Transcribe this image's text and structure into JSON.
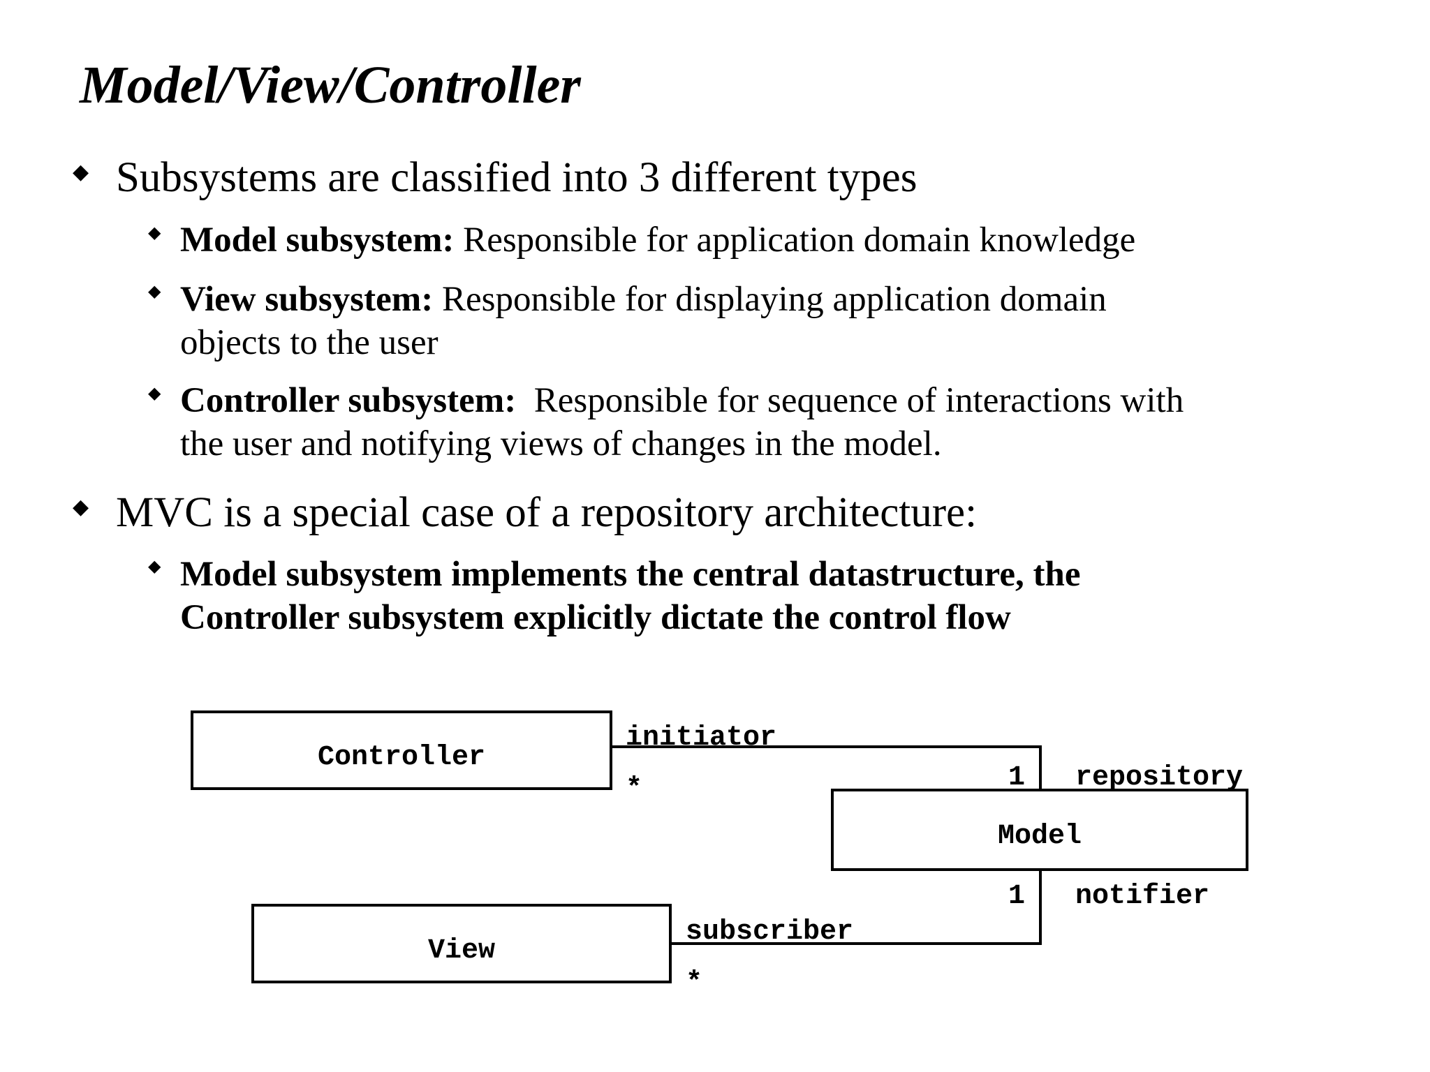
{
  "title": "Model/View/Controller",
  "bullets": {
    "b1": "Subsystems are classified into 3 different types",
    "b1_sub1_bold": "Model subsystem:",
    "b1_sub1_text": " Responsible for application domain knowledge",
    "b1_sub2_bold": "View subsystem:",
    "b1_sub2_line1": " Responsible for displaying application domain",
    "b1_sub2_line2": "objects to the user",
    "b1_sub3_bold": "Controller subsystem:",
    "b1_sub3_line1": "  Responsible for sequence of interactions with",
    "b1_sub3_line2": "the user and notifying views of changes in the model.",
    "b2": "MVC is a special case of a repository architecture:",
    "b2_sub1_line1": "Model subsystem implements the central datastructure, the",
    "b2_sub1_line2": "Controller subsystem explicitly dictate the control flow"
  },
  "diagram": {
    "classes": {
      "controller": "Controller",
      "model": "Model",
      "view": "View"
    },
    "labels": {
      "initiator": "initiator",
      "controller_multiplicity": "*",
      "repository_multiplicity": "1",
      "repository": "repository",
      "notifier_multiplicity": "1",
      "notifier": "notifier",
      "subscriber": "subscriber",
      "view_multiplicity": "*"
    }
  }
}
